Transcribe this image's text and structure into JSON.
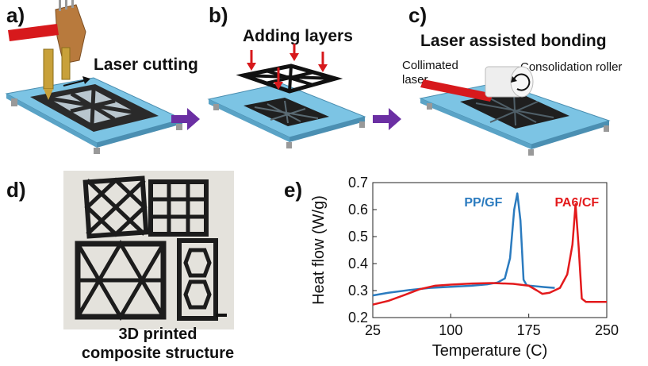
{
  "panels": {
    "a": {
      "label": "a)",
      "caption": "Laser cutting"
    },
    "b": {
      "label": "b)",
      "caption": "Adding layers"
    },
    "c": {
      "label": "c)",
      "caption": "Laser assisted bonding",
      "laser_label_1": "Collimated",
      "laser_label_2": "laser",
      "roller_label": "Consolidation roller"
    },
    "d": {
      "label": "d)",
      "caption_line1": "3D printed",
      "caption_line2": "composite structure"
    },
    "e": {
      "label": "e)"
    }
  },
  "colors": {
    "plate": "#7cc4e4",
    "arrow": "#6b2fa3",
    "laser": "#d7191c",
    "pp_gf": "#2b7bbf",
    "pa6_cf": "#e31a1c"
  },
  "chart_data": {
    "type": "line",
    "xlabel": "Temperature (C)",
    "ylabel": "Heat flow (W/g)",
    "xlim": [
      25,
      250
    ],
    "ylim": [
      0.2,
      0.7
    ],
    "xticks": [
      25,
      100,
      175,
      250
    ],
    "yticks": [
      0.2,
      0.3,
      0.4,
      0.5,
      0.6,
      0.7
    ],
    "series": [
      {
        "name": "PP/GF",
        "color": "#2b7bbf",
        "x": [
          25,
          40,
          60,
          80,
          100,
          120,
          135,
          145,
          152,
          157,
          161,
          164,
          167,
          170,
          173,
          176,
          182,
          190,
          200
        ],
        "y": [
          0.282,
          0.292,
          0.302,
          0.31,
          0.314,
          0.318,
          0.323,
          0.33,
          0.345,
          0.42,
          0.6,
          0.66,
          0.56,
          0.34,
          0.32,
          0.318,
          0.316,
          0.313,
          0.31
        ]
      },
      {
        "name": "PA6/CF",
        "color": "#e31a1c",
        "x": [
          25,
          40,
          55,
          70,
          85,
          100,
          120,
          140,
          160,
          175,
          183,
          188,
          195,
          205,
          212,
          217,
          220,
          223,
          226,
          230,
          238,
          250
        ],
        "y": [
          0.248,
          0.262,
          0.283,
          0.305,
          0.318,
          0.322,
          0.326,
          0.328,
          0.325,
          0.318,
          0.3,
          0.288,
          0.292,
          0.31,
          0.36,
          0.47,
          0.62,
          0.46,
          0.27,
          0.258,
          0.258,
          0.258
        ]
      }
    ]
  }
}
